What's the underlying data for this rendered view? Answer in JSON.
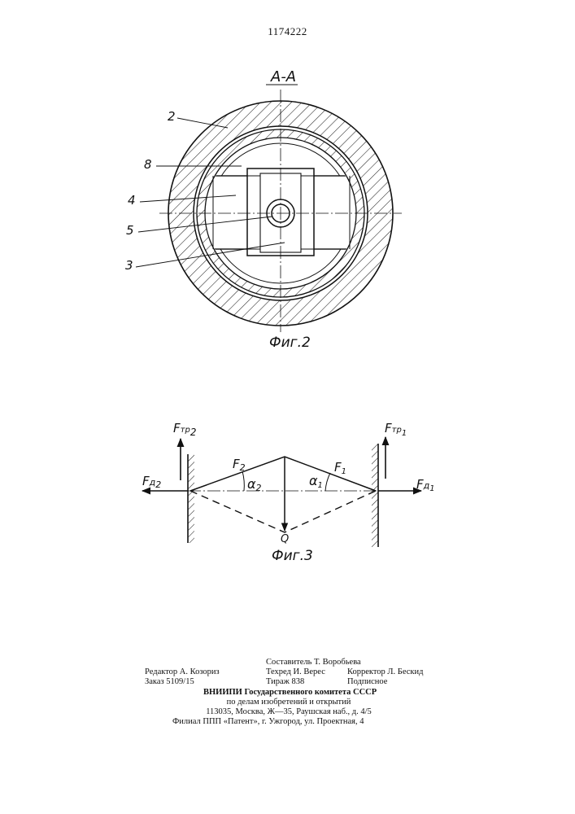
{
  "patent_number": "1174222",
  "fig2": {
    "section_label": "A-A",
    "caption": "Фиг.2",
    "leaders": [
      "2",
      "8",
      "4",
      "5",
      "3"
    ]
  },
  "fig3": {
    "caption": "Фиг.3",
    "labels": {
      "ftr2": "F",
      "ftr2_sub": "тр",
      "ftr2_idx": "2",
      "ftr1": "F",
      "ftr1_sub": "тр",
      "ftr1_idx": "1",
      "fd2": "F",
      "fd2_sub": "д",
      "fd2_idx": "2",
      "fd1": "F",
      "fd1_sub": "д",
      "fd1_idx": "1",
      "f2": "F",
      "f2_idx": "2",
      "f1": "F",
      "f1_idx": "1",
      "alpha2": "α",
      "alpha2_idx": "2",
      "alpha1": "α",
      "alpha1_idx": "1",
      "q": "Q"
    }
  },
  "footer": {
    "compiler": "Составитель Т. Воробьева",
    "editor": "Редактор А. Козориз",
    "techred": "Техред И. Верес",
    "corrector": "Корректор Л. Бескид",
    "order": "Заказ 5109/15",
    "circulation": "Тираж 838",
    "subscription": "Подписное",
    "org1": "ВНИИПИ  Государственного  комитета  СССР",
    "org2": "по  делам  изобретений  и  открытий",
    "address": "113035,  Москва,  Ж—35,  Раушская  наб.,  д.  4/5",
    "branch": "Филиал  ППП  «Патент»,  г.  Ужгород,  ул.  Проектная,  4"
  }
}
